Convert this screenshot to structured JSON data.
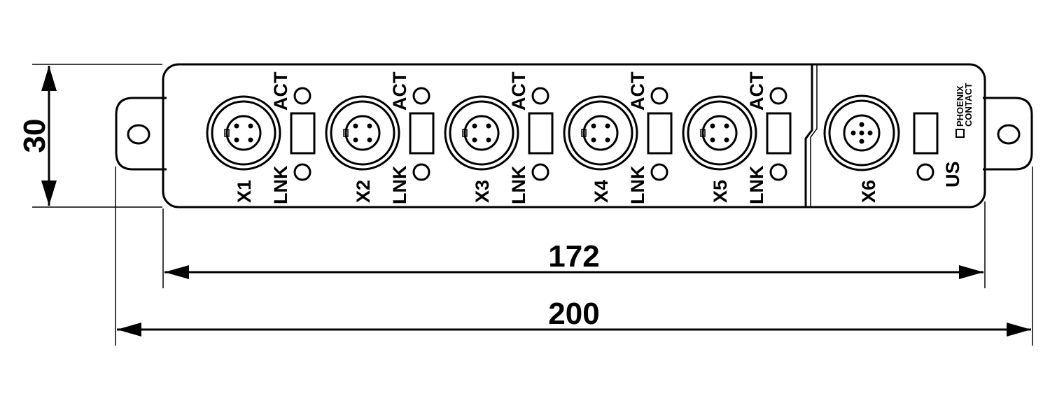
{
  "dimensions": {
    "height": "30",
    "inner_width": "172",
    "total_width": "200"
  },
  "ports": [
    {
      "label": "X1",
      "led_top": "ACT",
      "led_bottom": "LNK"
    },
    {
      "label": "X2",
      "led_top": "ACT",
      "led_bottom": "LNK"
    },
    {
      "label": "X3",
      "led_top": "ACT",
      "led_bottom": "LNK"
    },
    {
      "label": "X4",
      "led_top": "ACT",
      "led_bottom": "LNK"
    },
    {
      "label": "X5",
      "led_top": "ACT",
      "led_bottom": "LNK"
    }
  ],
  "power_port": {
    "label": "X6",
    "led_label": "US"
  },
  "logo": {
    "line1": "PHOENIX",
    "line2": "CONTACT"
  },
  "colors": {
    "stroke": "#000000",
    "background": "#ffffff"
  }
}
